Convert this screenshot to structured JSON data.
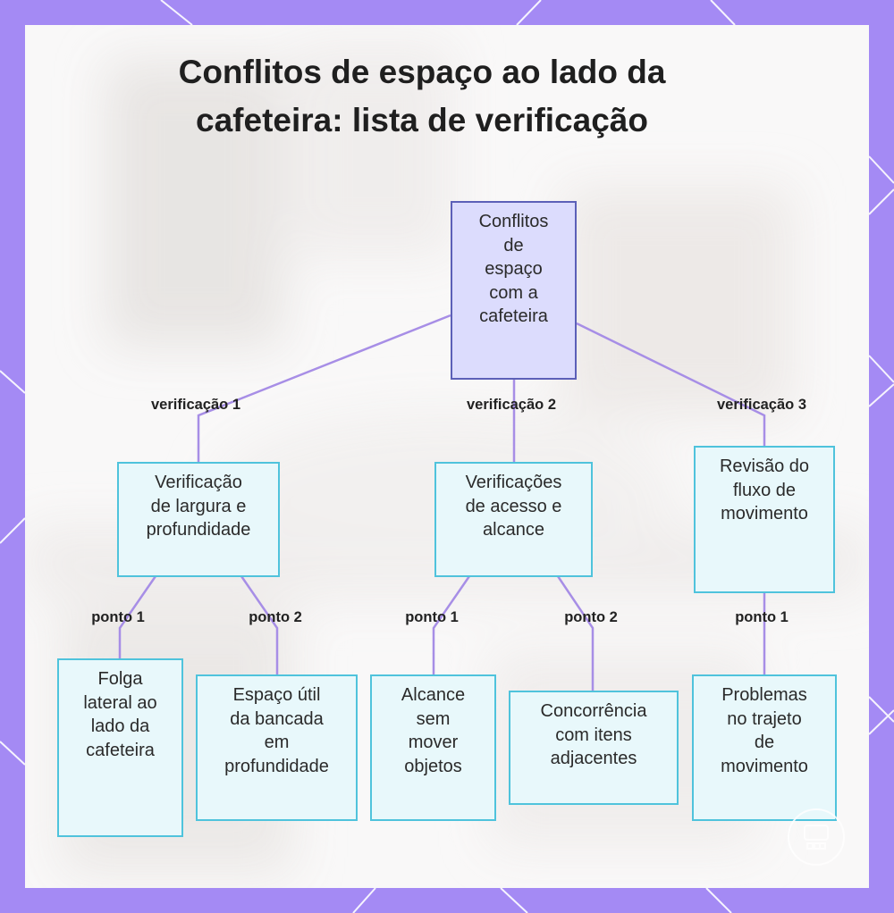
{
  "diagram": {
    "title_line1": "Conflitos de espaço ao lado da",
    "title_line2": "cafeteira: lista de verificação",
    "root": {
      "label": "Conflitos de espaço com a cafeteira",
      "lines": [
        "Conflitos",
        "de",
        "espaço",
        "com a",
        "cafeteira"
      ]
    },
    "checks": [
      {
        "edge_label": "verificação 1",
        "lines": [
          "Verificação",
          "de largura e",
          "profundidade"
        ],
        "points": [
          {
            "edge_label": "ponto 1",
            "lines": [
              "Folga",
              "lateral ao",
              "lado da",
              "cafeteira"
            ]
          },
          {
            "edge_label": "ponto 2",
            "lines": [
              "Espaço útil",
              "da bancada",
              "em",
              "profundidade"
            ]
          }
        ]
      },
      {
        "edge_label": "verificação 2",
        "lines": [
          "Verificações",
          "de acesso e",
          "alcance"
        ],
        "points": [
          {
            "edge_label": "ponto 1",
            "lines": [
              "Alcance",
              "sem",
              "mover",
              "objetos"
            ]
          },
          {
            "edge_label": "ponto 2",
            "lines": [
              "Concorrência",
              "com itens",
              "adjacentes"
            ]
          }
        ]
      },
      {
        "edge_label": "verificação 3",
        "lines": [
          "Revisão do",
          "fluxo de",
          "movimento"
        ],
        "points": [
          {
            "edge_label": "ponto 1",
            "lines": [
              "Problemas",
              "no trajeto",
              "de",
              "movimento"
            ]
          }
        ]
      }
    ]
  },
  "colors": {
    "frame": "#a48af4",
    "card": "#f9f8f8",
    "node_fill": "#e8f8fb",
    "node_border": "#4fc3dc",
    "root_fill": "#dcdcfd",
    "root_border": "#5c60b8",
    "connector": "#a78ee6"
  },
  "icons": {
    "watermark": "brand-logo-icon"
  }
}
